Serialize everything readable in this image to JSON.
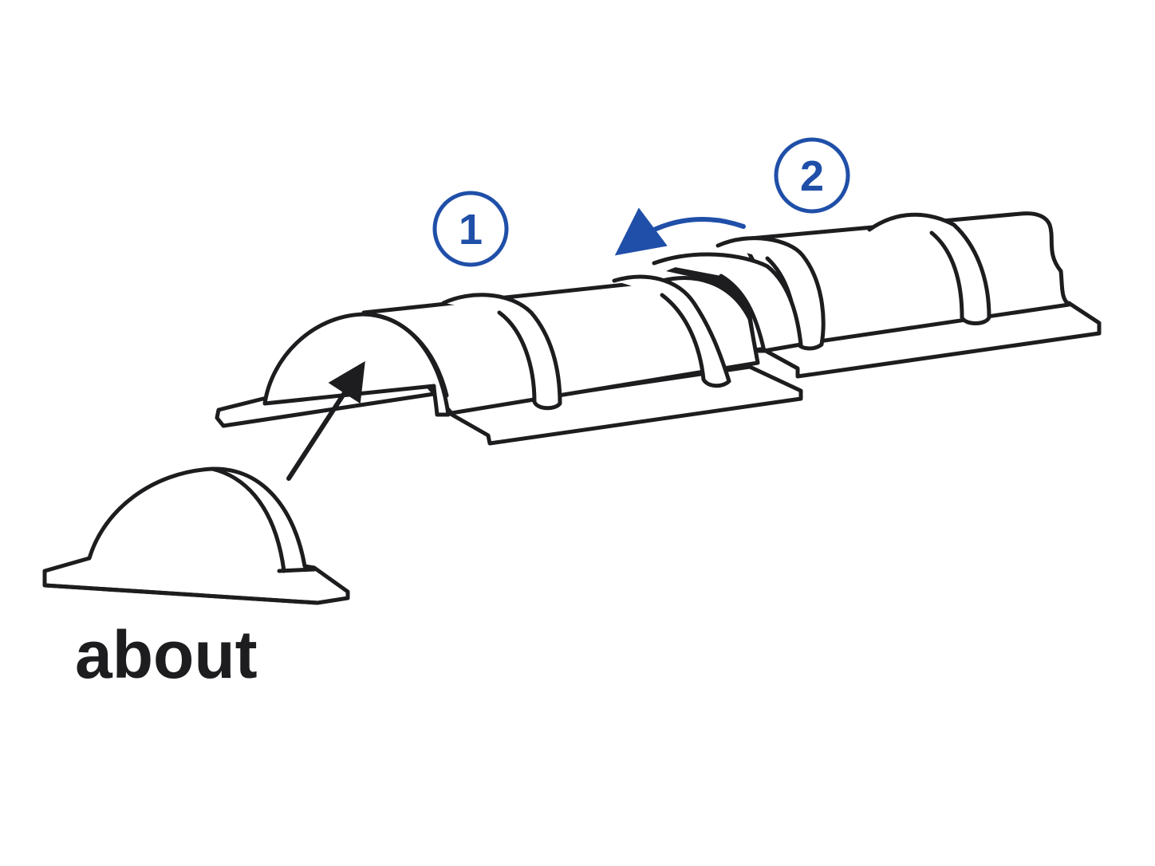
{
  "steps": [
    {
      "label": "1"
    },
    {
      "label": "2"
    }
  ],
  "caption": "about",
  "colors": {
    "ink": "#1d1d1f",
    "accent": "#1f4fa8",
    "background": "#ffffff"
  }
}
